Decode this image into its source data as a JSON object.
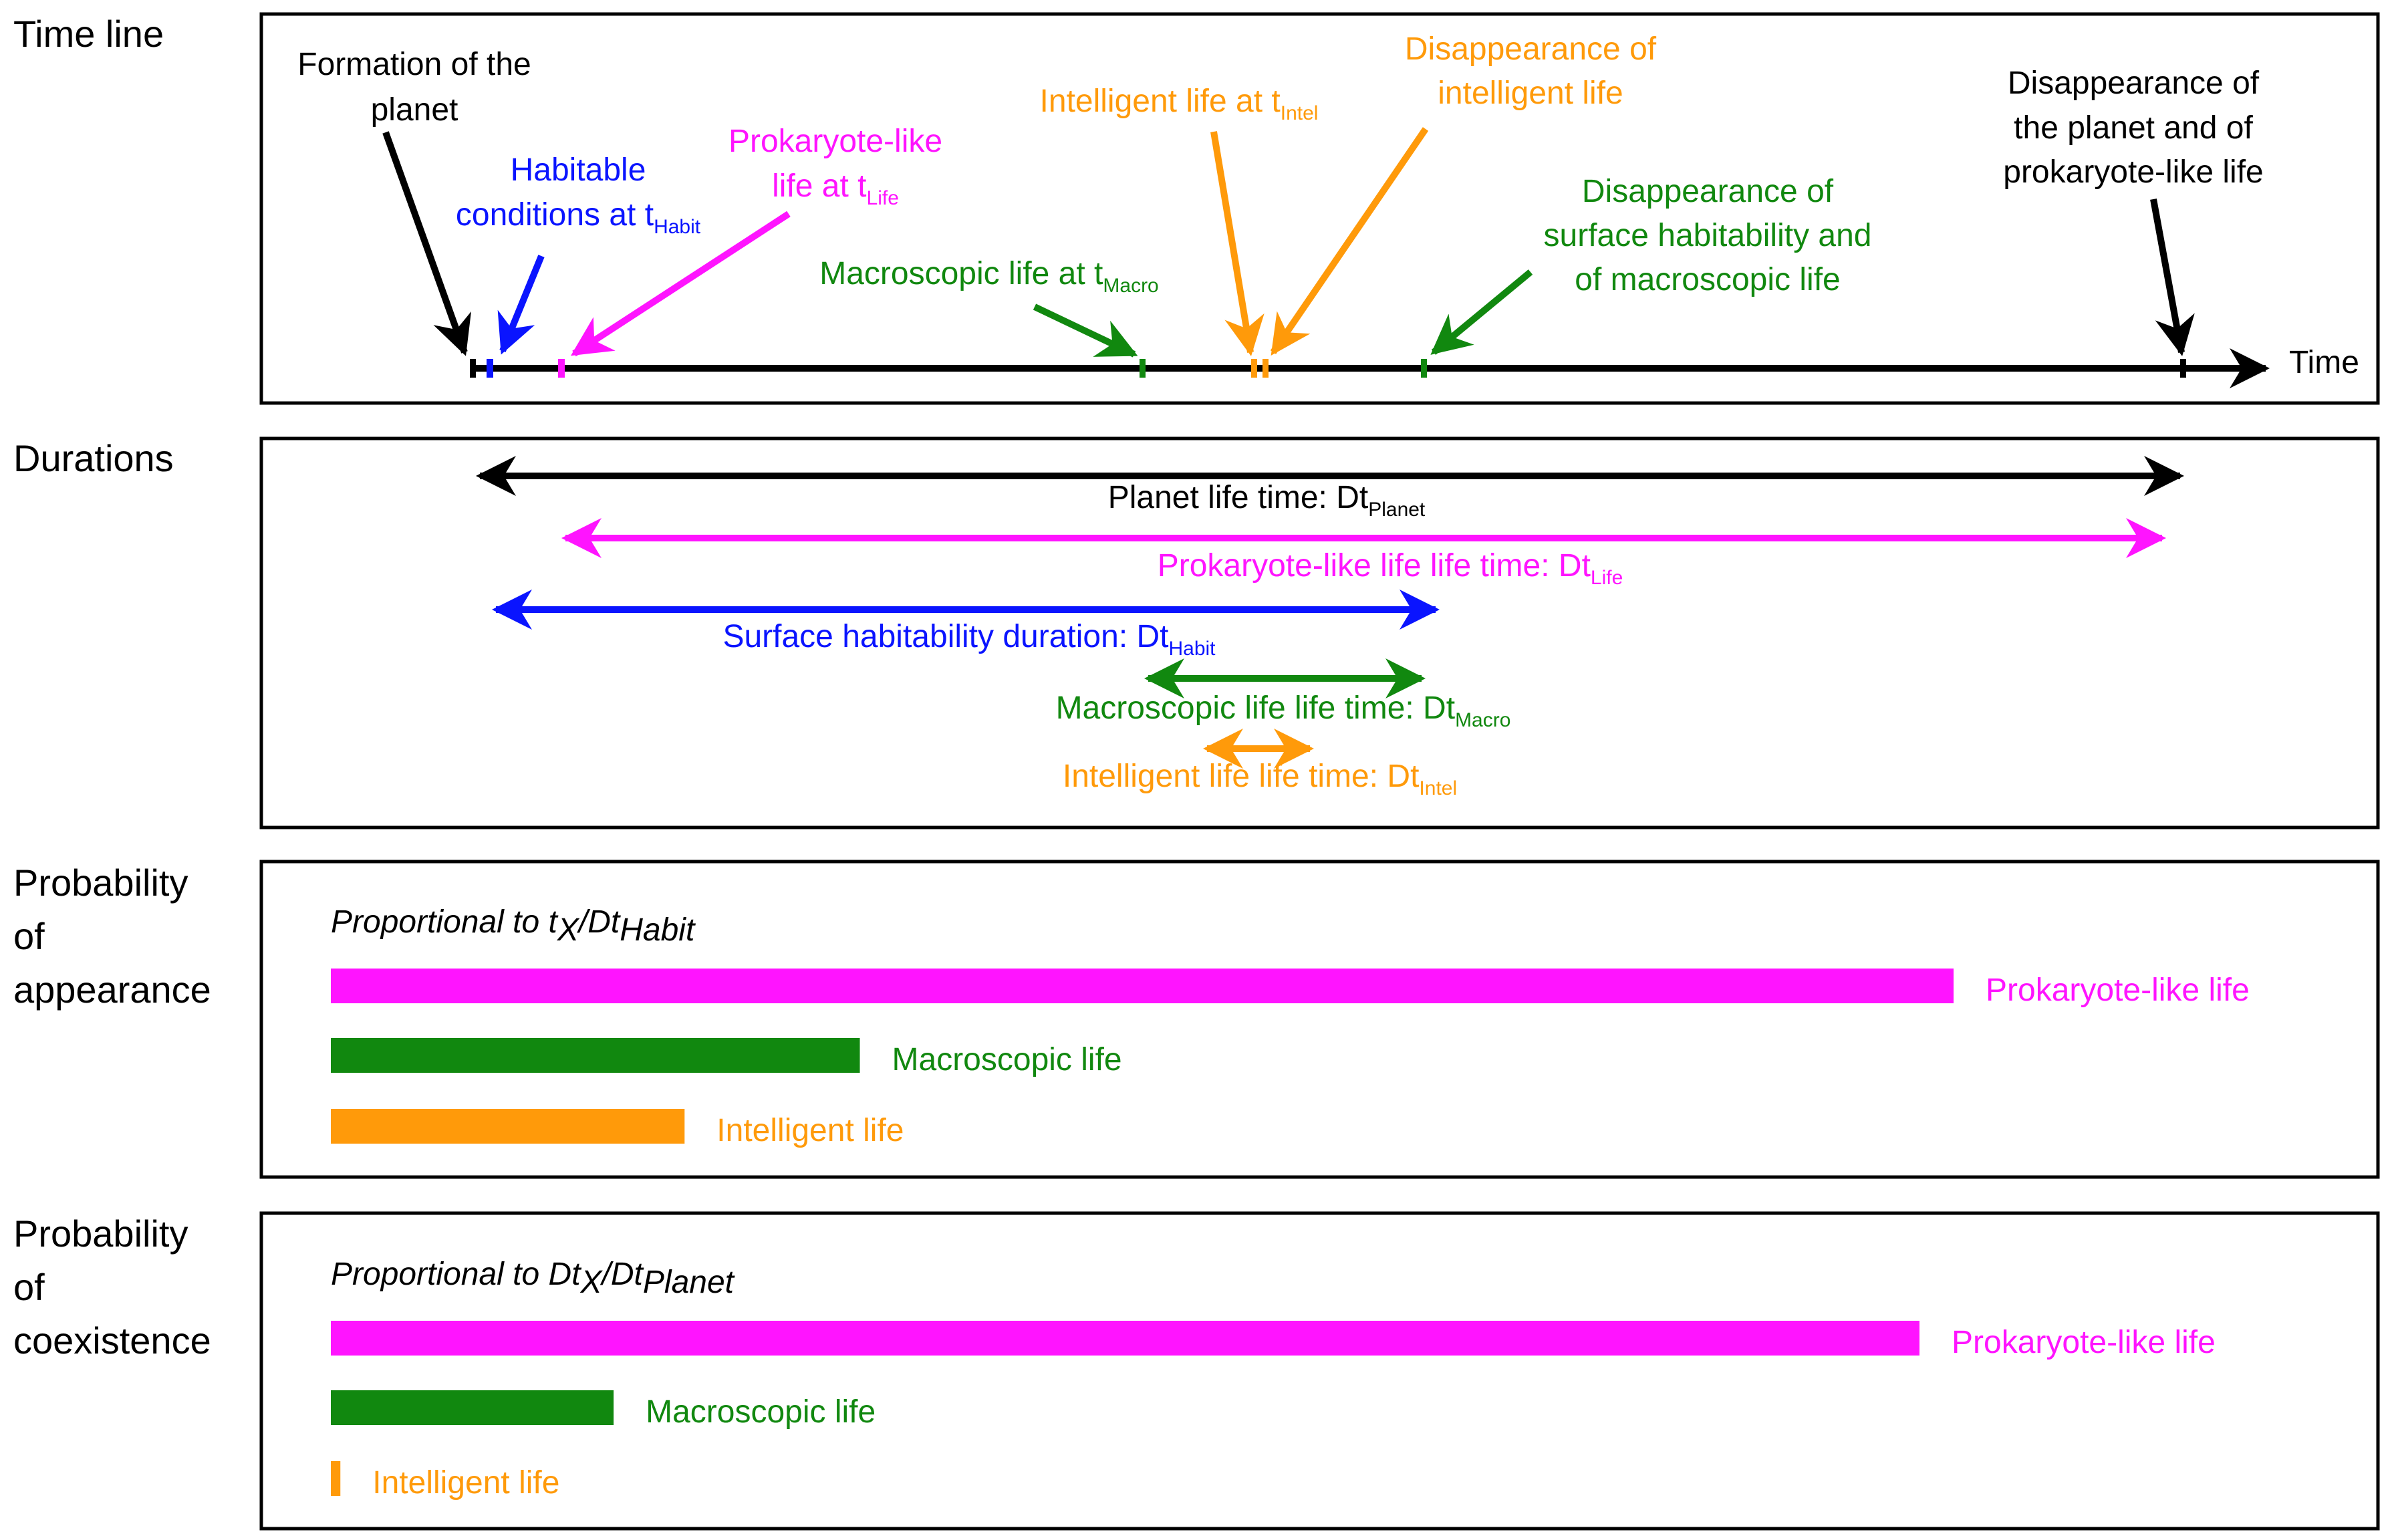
{
  "colors": {
    "black": "#000000",
    "blue": "#0a14ff",
    "magenta": "#ff14ff",
    "green": "#11880f",
    "orange": "#ff9a0a"
  },
  "sections": {
    "timeline": "Time line",
    "durations": "Durations",
    "appearance": [
      "Probability",
      "of",
      "appearance"
    ],
    "coexistence": [
      "Probability",
      "of",
      "coexistence"
    ]
  },
  "timeline": {
    "time_label": "Time",
    "formation": [
      "Formation of the",
      "planet"
    ],
    "habitable": {
      "line1": "Habitable",
      "line2": "conditions at t",
      "sub": "Habit"
    },
    "prokaryote": {
      "line1": "Prokaryote-like",
      "line2": "life at t",
      "sub": "Life"
    },
    "macro": {
      "text": "Macroscopic life at t",
      "sub": "Macro"
    },
    "intel": {
      "text": "Intelligent life at t",
      "sub": "Intel"
    },
    "intel_disappear": [
      "Disappearance of",
      "intelligent life"
    ],
    "surface_disappear": [
      "Disappearance of",
      "surface habitability and",
      "of macroscopic life"
    ],
    "planet_disappear": [
      "Disappearance of",
      "the planet and of",
      "prokaryote-like life"
    ]
  },
  "durations": {
    "planet": {
      "text": "Planet life time: Dt",
      "sub": "Planet"
    },
    "prokaryote": {
      "text": "Prokaryote-like life life time: Dt",
      "sub": "Life"
    },
    "habit": {
      "text": "Surface habitability duration: Dt",
      "sub": "Habit"
    },
    "macro": {
      "text": "Macroscopic life life time: Dt",
      "sub": "Macro"
    },
    "intel": {
      "text": "Intelligent life life time: Dt",
      "sub": "Intel"
    }
  },
  "appearance": {
    "formula": {
      "a": "Proportional to t",
      "b": "X",
      "c": "/Dt",
      "d": "Habit"
    },
    "bars": [
      {
        "label": "Prokaryote-like life",
        "value": 1.0,
        "color": "#ff14ff"
      },
      {
        "label": "Macroscopic life",
        "value": 0.326,
        "color": "#11880f"
      },
      {
        "label": "Intelligent life",
        "value": 0.218,
        "color": "#ff9a0a"
      }
    ]
  },
  "coexistence": {
    "formula": {
      "a": "Proportional to Dt",
      "b": "X",
      "c": "/Dt",
      "d": "Planet"
    },
    "bars": [
      {
        "label": "Prokaryote-like life",
        "value": 1.0,
        "color": "#ff14ff"
      },
      {
        "label": "Macroscopic life",
        "value": 0.178,
        "color": "#11880f"
      },
      {
        "label": "Intelligent life",
        "value": 0.006,
        "color": "#ff9a0a"
      }
    ]
  }
}
